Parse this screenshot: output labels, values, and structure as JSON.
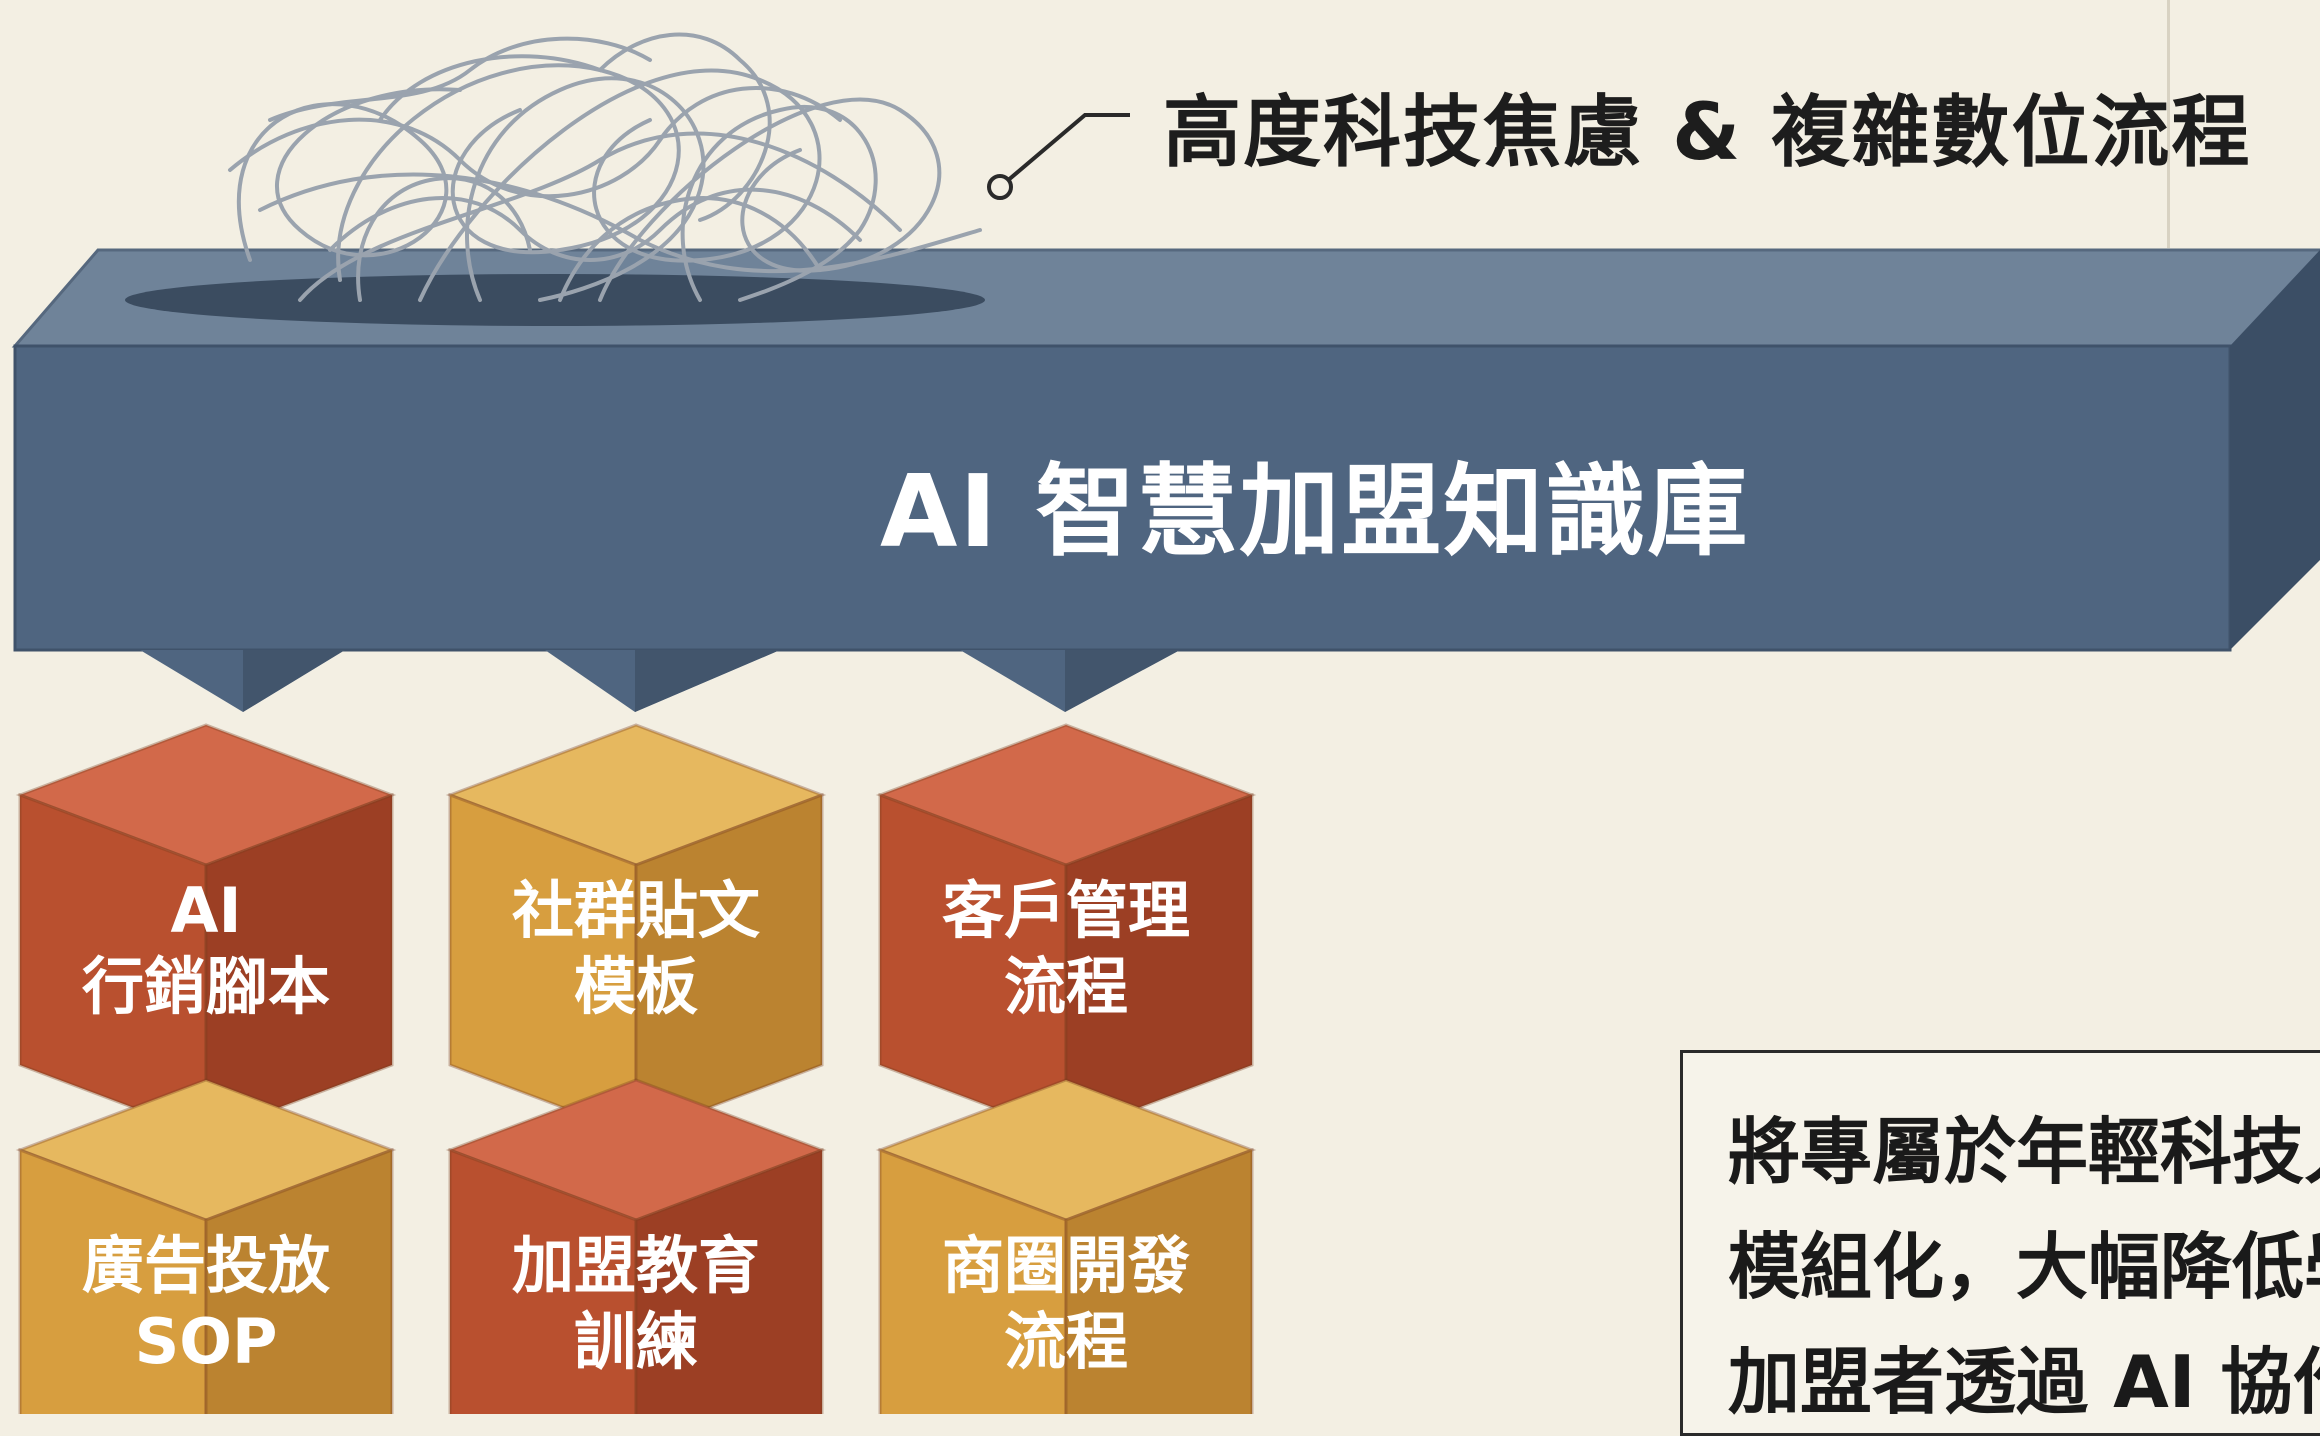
{
  "annotation": "高度科技焦慮 & 複雜數位流程",
  "beam_title": "AI 智慧加盟知識庫",
  "modules": [
    {
      "line1": "AI",
      "line2": "行銷腳本",
      "color": "red"
    },
    {
      "line1": "社群貼文",
      "line2": "模板",
      "color": "gold"
    },
    {
      "line1": "客戶管理",
      "line2": "流程",
      "color": "red"
    },
    {
      "line1": "廣告投放",
      "line2": "SOP",
      "color": "gold"
    },
    {
      "line1": "加盟教育",
      "line2": "訓練",
      "color": "red"
    },
    {
      "line1": "商圈開發",
      "line2": "流程",
      "color": "gold"
    }
  ],
  "note_lines": [
    "將專屬於年輕科技人",
    "模組化，大幅降低學",
    "加盟者透過 AI 協作"
  ],
  "colors": {
    "background": "#f3efe3",
    "beam_front": "#4f6580",
    "beam_top": "#6f8399",
    "beam_side": "#3b4e65",
    "cube_red_front": "#b9502f",
    "cube_red_top": "#d2694a",
    "cube_red_side": "#9c3f24",
    "cube_gold_front": "#d79e3f",
    "cube_gold_top": "#e6b85f",
    "cube_gold_side": "#bb8330",
    "wire": "#9aa3ae"
  }
}
